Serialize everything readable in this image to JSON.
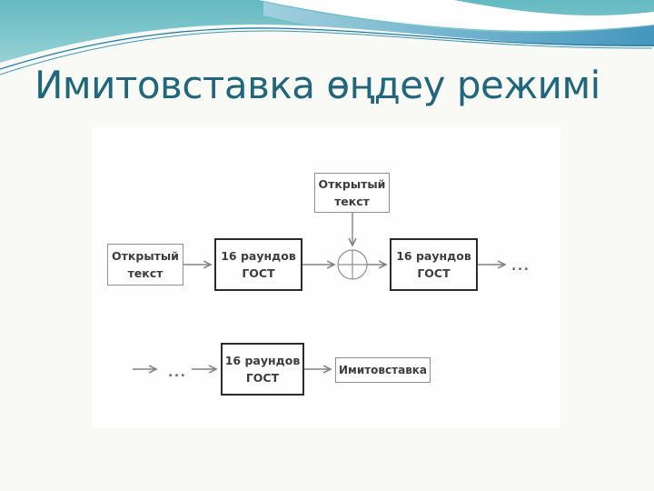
{
  "title": "Имитовставка өңдеу режимі",
  "diagram": {
    "plaintext_left": {
      "line1": "Открытый",
      "line2": "текст"
    },
    "gost1": {
      "line1": "16 раундов",
      "line2": "ГОСТ"
    },
    "plaintext_top": {
      "line1": "Открытый",
      "line2": "текст"
    },
    "gost2": {
      "line1": "16 раундов",
      "line2": "ГОСТ"
    },
    "ellipsis_row1": "...",
    "ellipsis_row2": "...",
    "gost3": {
      "line1": "16 раундов",
      "line2": "ГОСТ"
    },
    "mac_output": "Имитовставка",
    "xor_icon": "⊕"
  },
  "colors": {
    "title_text": "#20667c",
    "header_teal": "#6ec1c5",
    "header_accent_line": "#1c7ca8",
    "wave_blue_band": "#4596bd",
    "connector": "#828282",
    "box_border_thick": "#2b2b2b",
    "box_border_thin": "#8f8f8f",
    "box_text": "#3d3d3d"
  }
}
